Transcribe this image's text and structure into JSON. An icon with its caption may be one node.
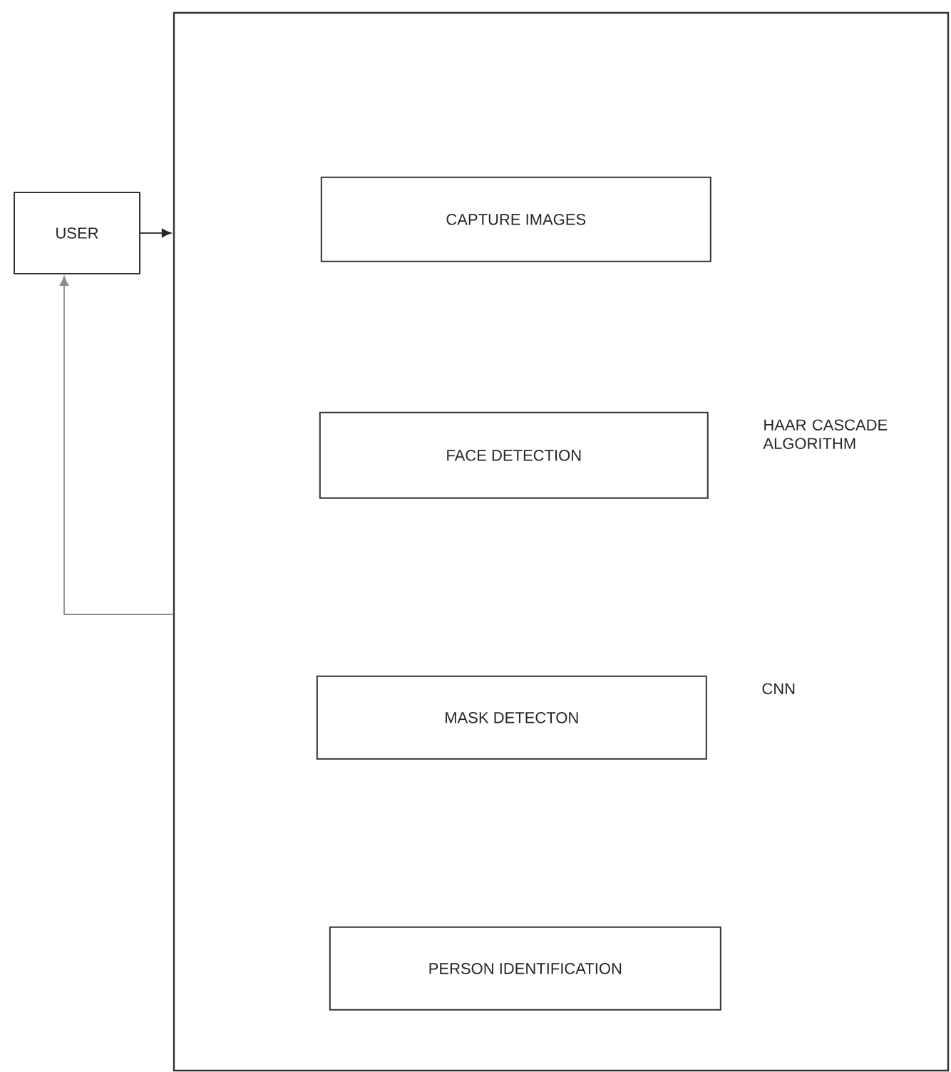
{
  "diagram": {
    "nodes": [
      {
        "text": [
          "USER"
        ]
      },
      {
        "text": [],
        "shape": "box"
      },
      {
        "text": [
          "CAPTURE IMAGES"
        ],
        "in": 1
      },
      {
        "text": [
          "FACE DETECTION"
        ],
        "in": 1,
        "beside": [
          "HAAR CASCADE ALGORITHM"
        ]
      },
      {
        "text": [
          "MASK DETECTON"
        ],
        "in": 1,
        "beside": [
          "CNN"
        ]
      },
      {
        "text": [
          "PERSON IDENTIFICATION"
        ],
        "in": 1
      }
    ],
    "edges": [
      {
        "from": 0,
        "to": 1,
        "arrow": "to"
      },
      {
        "from": 1,
        "to": 0,
        "arrow": "to",
        "color": "#8c8c8c"
      }
    ]
  }
}
